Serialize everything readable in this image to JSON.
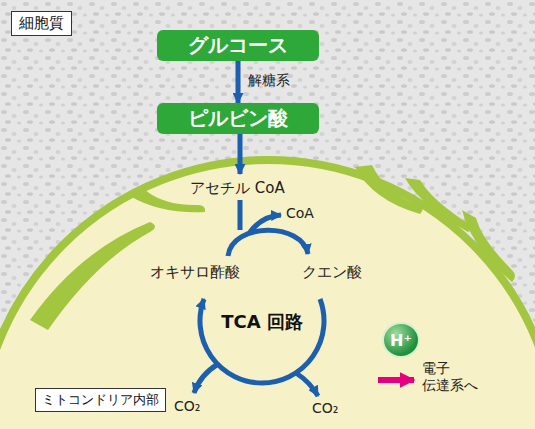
{
  "diagram": {
    "nodes": [
      {
        "text": [
          "細胞質"
        ]
      },
      {
        "text": [
          "グルコース"
        ]
      },
      {
        "text": [
          "ピルビン酸"
        ]
      },
      {
        "text": [
          "H⁺"
        ]
      },
      {
        "text": [
          "ミトコンドリア内部"
        ]
      }
    ],
    "edges": [
      {
        "from": 1,
        "to": 2,
        "arrow": "to",
        "label": "解糖系"
      }
    ],
    "labels": [
      "アセチル CoA",
      "CoA",
      "オキサロ酢酸",
      "クエン酸",
      "TCA 回路",
      "CO₂",
      "CO₂",
      "電子 伝達系へ"
    ]
  }
}
